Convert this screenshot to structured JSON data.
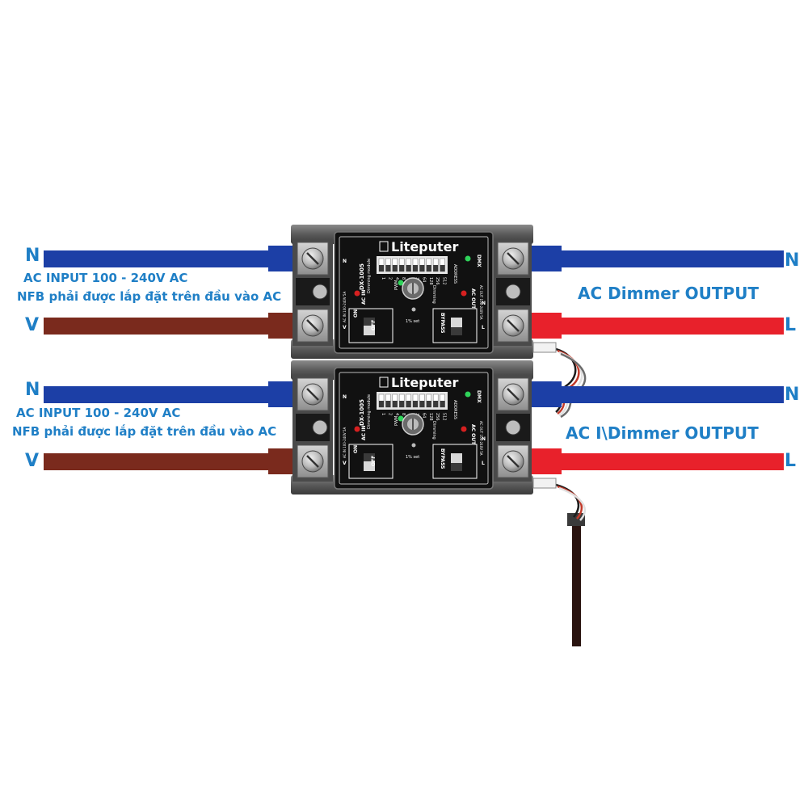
{
  "colors": {
    "neutral_wire": "#1c3fa6",
    "input_line_wire": "#7a2a1d",
    "output_line_wire": "#e8212b",
    "label": "#1f7fc6",
    "module_body": "#111111",
    "dark_cable": "#2a1410"
  },
  "modules": [
    {
      "input": {
        "n_label": "N",
        "v_label": "V",
        "title": "AC INPUT 100 - 240V AC",
        "note": "NFB phải được lắp đặt trên đầu vào AC"
      },
      "output": {
        "n_label": "N",
        "l_label": "L",
        "title": "AC Dimmer OUTPUT"
      },
      "device": {
        "brand": "Liteputer",
        "model": "DX-1005",
        "subtitle": "Dimming module",
        "dip_values": [
          "1",
          "2",
          "4",
          "8",
          "16",
          "32",
          "64",
          "128",
          "256",
          "512"
        ],
        "address": "ADDRESS",
        "dmx": "DMX",
        "ac_in": "AC IN",
        "ac_out": "AC OUT",
        "pwm": "PWM",
        "dimming": "Dimming",
        "in_rating": "AC IN 100-240V 5A",
        "out_rating": "AC OUT 100-240V 5A",
        "on": "ON",
        "off": "OFF",
        "bypass": "BYPASS",
        "min_set": "1% set",
        "terminal_n": "N",
        "terminal_l": "L",
        "terminal_v": "V"
      }
    },
    {
      "input": {
        "n_label": "N",
        "v_label": "V",
        "title": "AC INPUT 100 - 240V AC",
        "note": "NFB phải được lắp đặt trên đầu vào AC"
      },
      "output": {
        "n_label": "N",
        "l_label": "L",
        "title": "AC I\\Dimmer OUTPUT"
      },
      "device": {
        "brand": "Liteputer",
        "model": "DX-1005",
        "subtitle": "Dimming module",
        "dip_values": [
          "1",
          "2",
          "4",
          "8",
          "16",
          "32",
          "64",
          "128",
          "256",
          "512"
        ],
        "address": "ADDRESS",
        "dmx": "DMX",
        "ac_in": "AC IN",
        "ac_out": "AC OUT",
        "pwm": "PWM",
        "dimming": "Dimming",
        "in_rating": "AC IN 100-240V 5A",
        "out_rating": "AC OUT 100-240V 5A",
        "on": "ON",
        "off": "OFF",
        "bypass": "BYPASS",
        "min_set": "1% set",
        "terminal_n": "N",
        "terminal_l": "L",
        "terminal_v": "V"
      }
    }
  ]
}
